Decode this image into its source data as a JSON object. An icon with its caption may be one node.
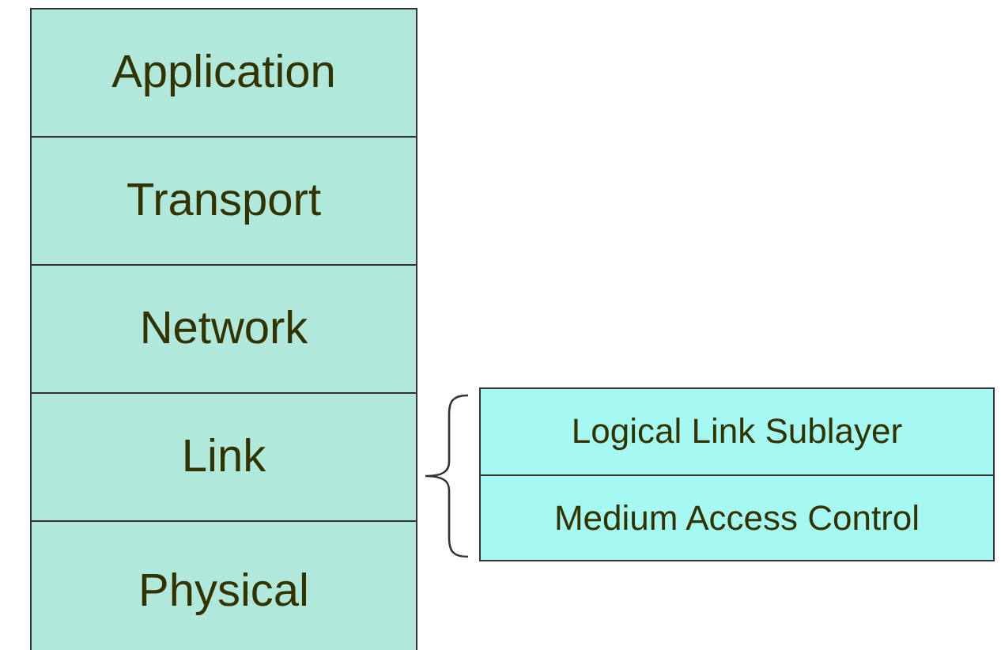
{
  "diagram": {
    "nodes": [
      {
        "text": [
          "Application"
        ]
      },
      {
        "text": [
          "Transport"
        ]
      },
      {
        "text": [
          "Network"
        ]
      },
      {
        "text": [
          "Link"
        ]
      },
      {
        "text": [
          "Physical"
        ]
      },
      {
        "text": [
          "Logical Link Sublayer"
        ]
      },
      {
        "text": [
          "Medium Access Control"
        ]
      }
    ]
  }
}
